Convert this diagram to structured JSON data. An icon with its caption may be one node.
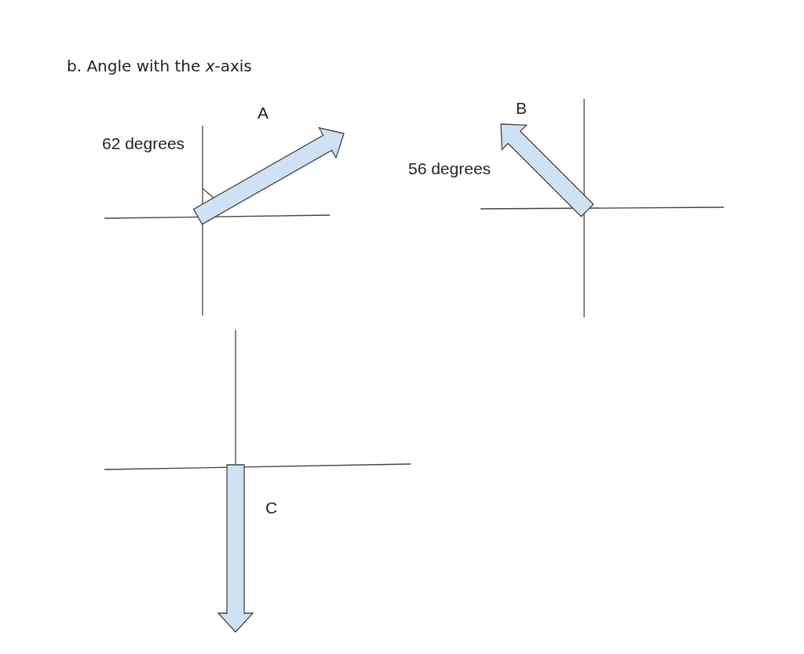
{
  "diagram": {
    "title": "b. Angle with the *x*-axis",
    "labels": [
      "A",
      "62 degrees",
      "B",
      "56 degrees",
      "C"
    ]
  }
}
